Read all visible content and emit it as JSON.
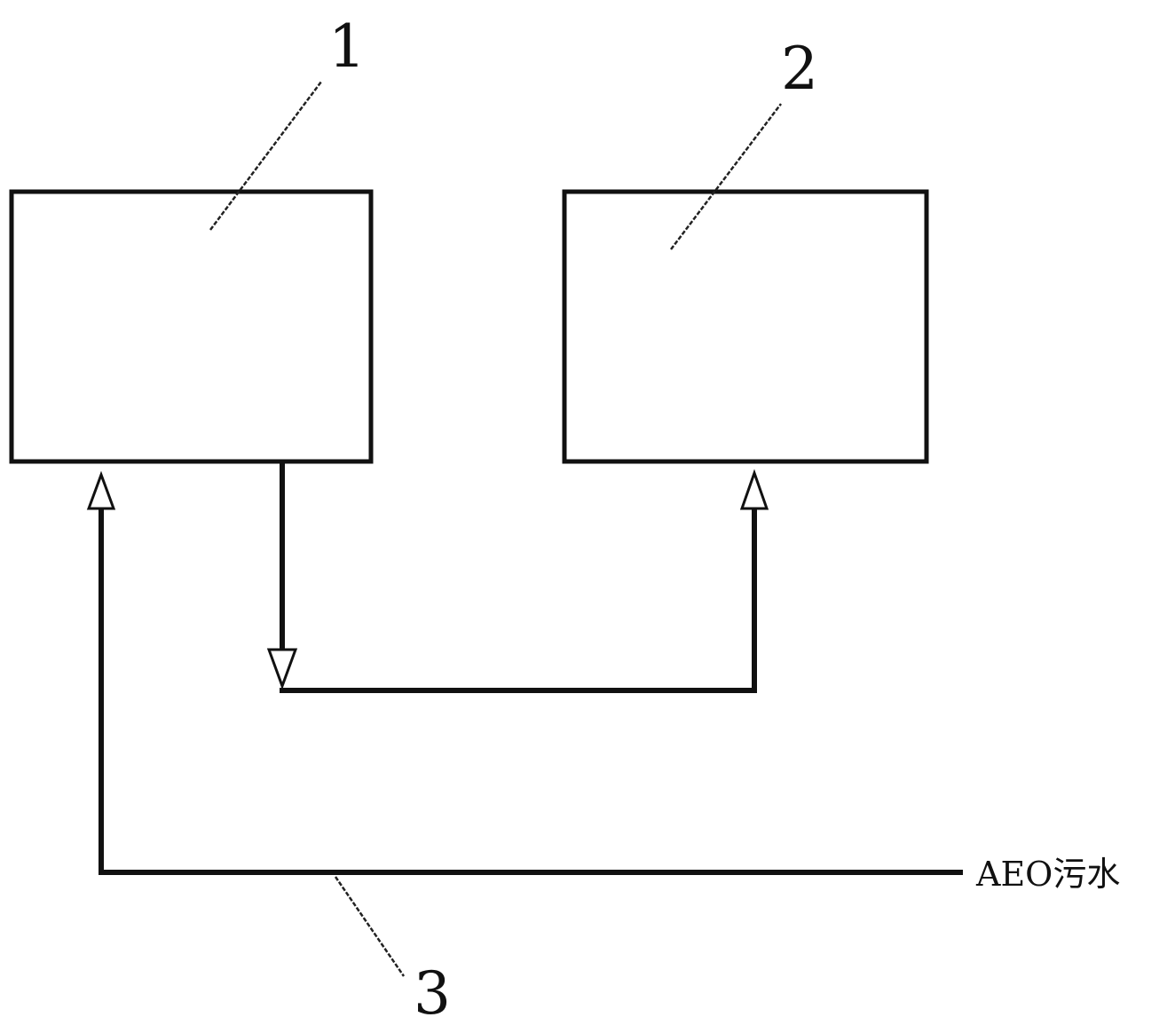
{
  "labels": {
    "unit_1": "1",
    "unit_2": "2",
    "pipe_3": "3",
    "feed": "AEO污水"
  }
}
